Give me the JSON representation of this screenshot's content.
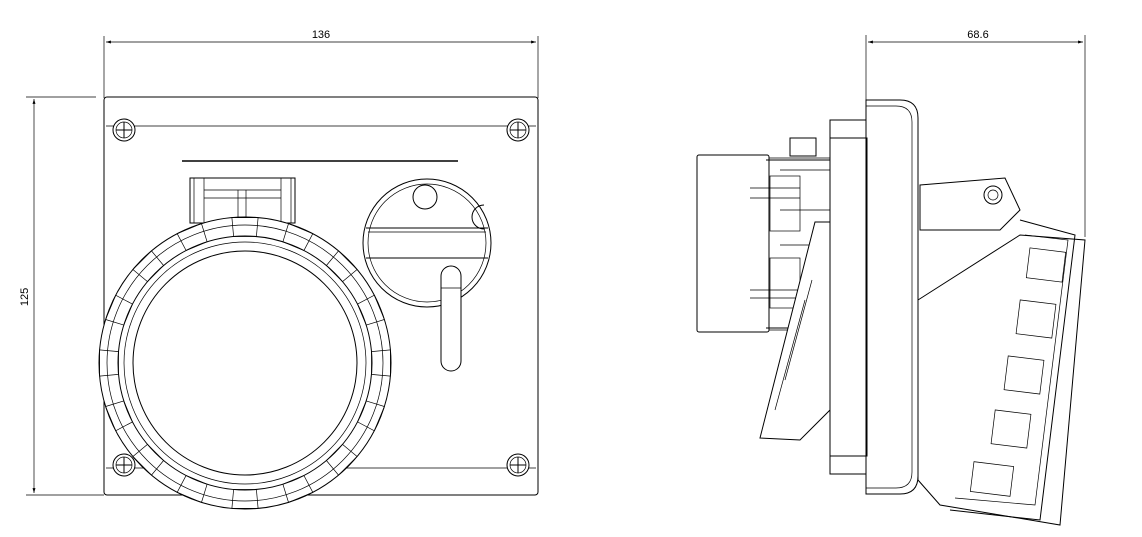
{
  "dimensions": {
    "front_width": "136",
    "front_height": "125",
    "side_depth": "68.6"
  },
  "colors": {
    "line": "#000000",
    "background": "#ffffff"
  }
}
